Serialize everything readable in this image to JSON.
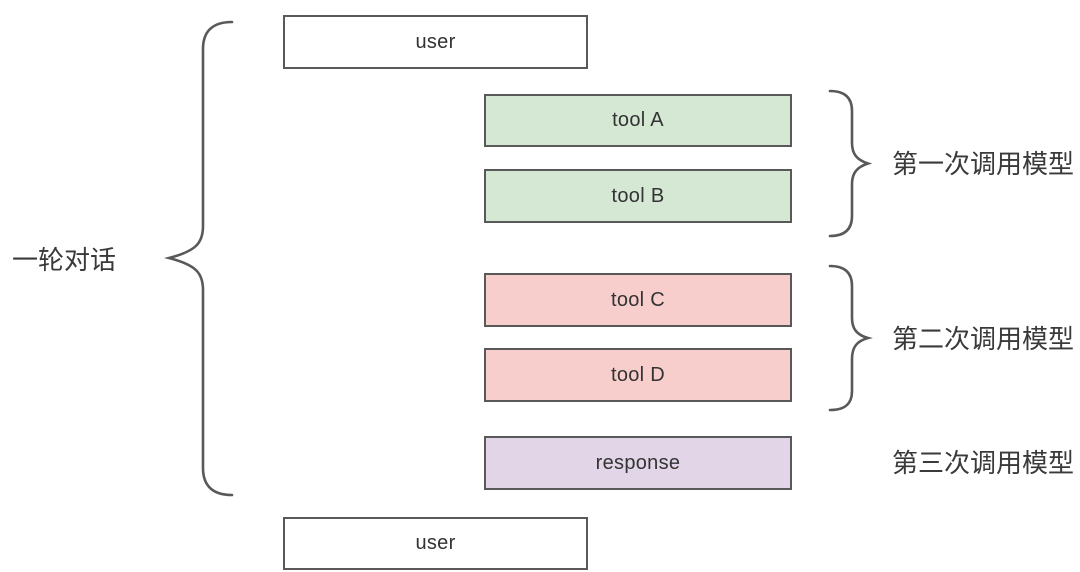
{
  "diagram": {
    "round_label": "一轮对话",
    "boxes": {
      "user_top": "user",
      "tool_a": "tool A",
      "tool_b": "tool B",
      "tool_c": "tool C",
      "tool_d": "tool D",
      "response": "response",
      "user_bottom": "user"
    },
    "annotations": {
      "first_call": "第一次调用模型",
      "second_call": "第二次调用模型",
      "third_call": "第三次调用模型"
    },
    "colors": {
      "tool_fill_green": "#d5e8d4",
      "tool_fill_pink": "#f8cecc",
      "response_fill_purple": "#e1d5e7",
      "user_fill": "#ffffff",
      "border_stroke": "#595959",
      "text": "#333333",
      "background": "#ffffff"
    }
  }
}
